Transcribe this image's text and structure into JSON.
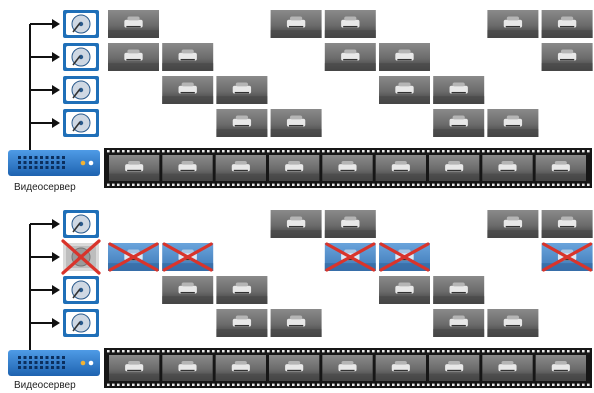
{
  "server_label": "Видеосервер",
  "colors": {
    "disk_blue": "#1f6fb8",
    "server_blue": "#2f7fd0",
    "arrow": "#111111",
    "cross_red": "#d9342b",
    "failed_tint": "#4a8fd0",
    "film": "#161616"
  },
  "icons": [
    "hard-disk-icon",
    "video-server-icon",
    "arrow-icon",
    "red-cross-icon",
    "camera-frame-icon",
    "film-strip-icon"
  ],
  "top_panel": {
    "disks": [
      {
        "state": "ok",
        "frames": [
          1,
          0,
          0,
          1,
          1,
          0,
          0,
          1,
          1
        ]
      },
      {
        "state": "ok",
        "frames": [
          1,
          1,
          0,
          0,
          1,
          1,
          0,
          0,
          1
        ]
      },
      {
        "state": "ok",
        "frames": [
          0,
          1,
          1,
          0,
          0,
          1,
          1,
          0,
          0
        ]
      },
      {
        "state": "ok",
        "frames": [
          0,
          0,
          1,
          1,
          0,
          0,
          1,
          1,
          0
        ]
      }
    ],
    "server_label": "Видеосервер"
  },
  "bottom_panel": {
    "disks": [
      {
        "state": "ok",
        "frames": [
          0,
          0,
          0,
          1,
          1,
          0,
          0,
          1,
          1
        ]
      },
      {
        "state": "failed",
        "frames": [
          1,
          1,
          0,
          0,
          1,
          1,
          0,
          0,
          1
        ]
      },
      {
        "state": "ok",
        "frames": [
          0,
          1,
          1,
          0,
          0,
          1,
          1,
          0,
          0
        ]
      },
      {
        "state": "ok",
        "frames": [
          0,
          0,
          1,
          1,
          0,
          0,
          1,
          1,
          0
        ]
      }
    ],
    "server_label": "Видеосервер"
  }
}
